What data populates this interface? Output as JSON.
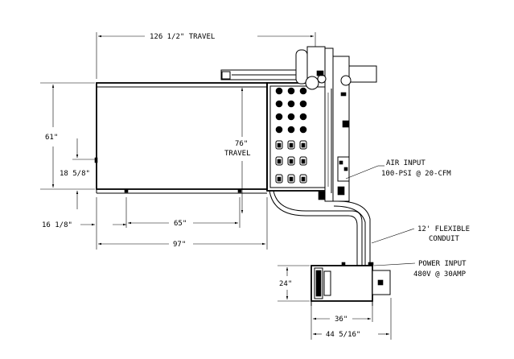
{
  "dimensions": {
    "travel_width": "126 1/2\" TRAVEL",
    "height_total": "61\"",
    "travel_depth_value": "76\"",
    "travel_depth_word": "TRAVEL",
    "offset_18": "18 5/8\"",
    "offset_16": "16 1/8\"",
    "width_65": "65\"",
    "width_97": "97\"",
    "ps_height": "24\"",
    "ps_width": "36\"",
    "ps_overall": "44 5/16\""
  },
  "callouts": {
    "air_line1": "AIR INPUT",
    "air_line2": "100-PSI @ 20-CFM",
    "conduit_line1": "12' FLEXIBLE",
    "conduit_line2": "CONDUIT",
    "power_line1": "POWER INPUT",
    "power_line2": "480V @ 30AMP"
  }
}
